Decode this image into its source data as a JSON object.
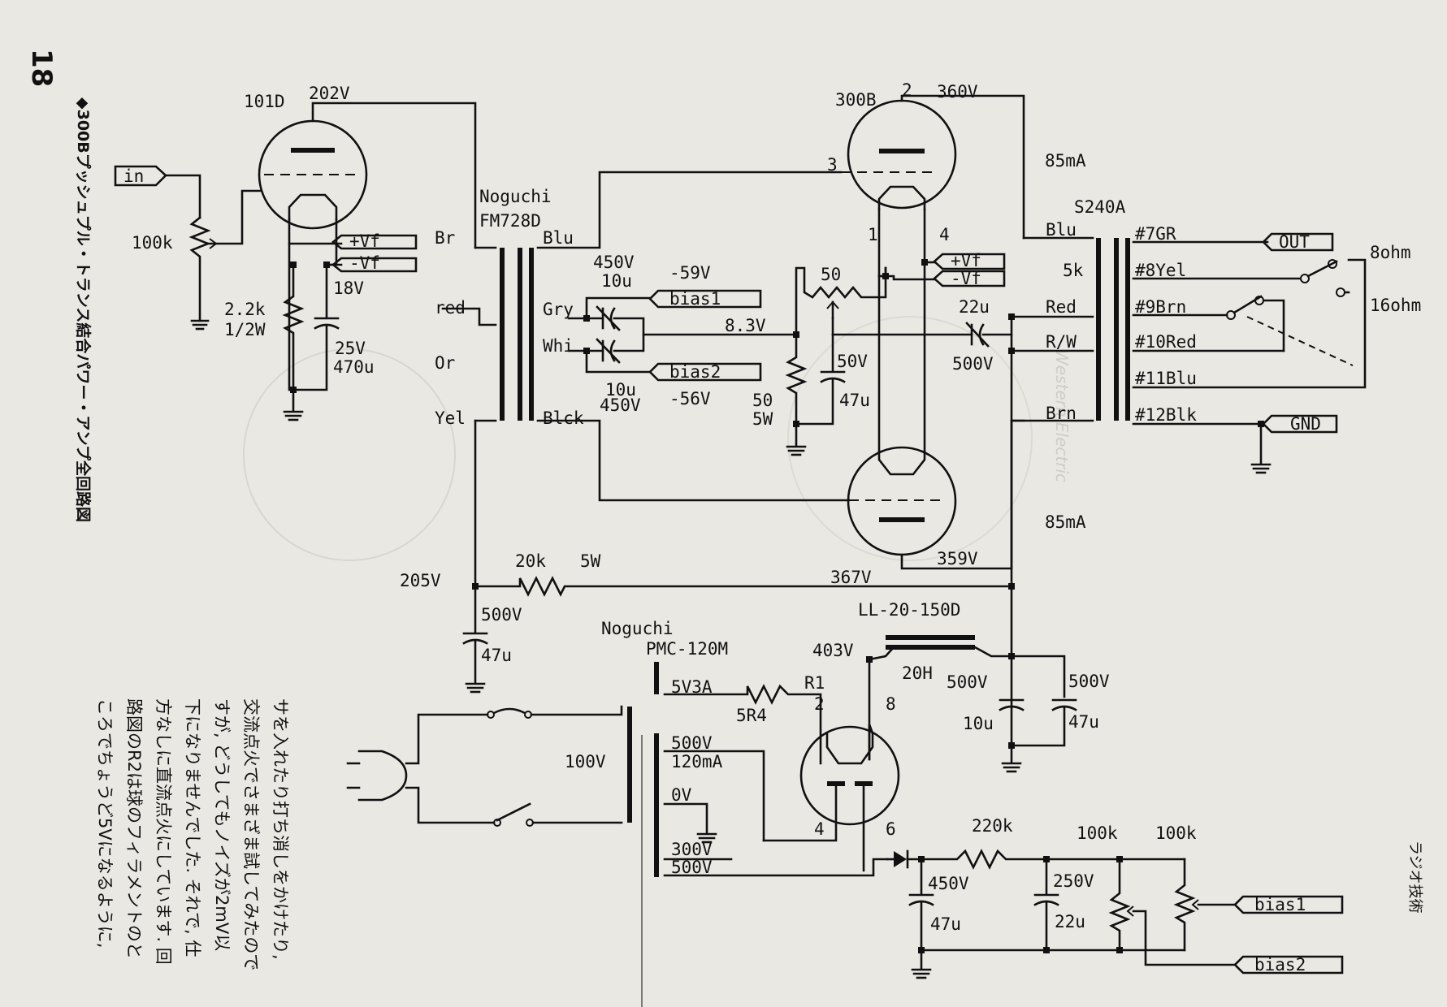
{
  "page": {
    "number": "18",
    "caption": "◆300Bプッシュプル・トランス結合パワー・アンプ全回路図",
    "magazine": "ラジオ技術",
    "body_text": [
      "サを入れたり打ち消しをかけたり,",
      "交流点火でさまざま試してみたので",
      "すが, どうしてもノイズが2mV以",
      "下になりませんでした. それで, 仕",
      "方なしに直流点火にしています. 回",
      "路図のR2は球のフィラメントのと",
      "ころでちょうど5Vになるように,"
    ],
    "watermark": "Western Electric"
  },
  "schematic": {
    "ports": {
      "in": "in",
      "out": "OUT",
      "gnd": "GND",
      "vf_plus": "+Vf",
      "vf_minus": "-Vf",
      "bias1": "bias1",
      "bias2": "bias2"
    },
    "driver_tube": {
      "name": "101D",
      "plate_voltage": "202V",
      "grid_pot": "100k",
      "cathode_r": "2.2k",
      "cathode_r_w": "1/2W",
      "cathode_v": "18V",
      "cathode_c_v": "25V",
      "cathode_c": "470u"
    },
    "interstage": {
      "maker": "Noguchi",
      "model": "FM728D",
      "pri": [
        "Br",
        "red",
        "Or",
        "Yel"
      ],
      "sec": [
        "Blu",
        "Gry",
        "Whi",
        "Blck"
      ]
    },
    "grid_network": {
      "c_top_v": "450V",
      "c_top": "10u",
      "bias_top": "-59V",
      "c_bot": "10u",
      "c_bot_v": "450V",
      "bias_bot": "-56V",
      "vk": "8.3V"
    },
    "cathode_network": {
      "pot": "50",
      "r": "50",
      "r_w": "5W",
      "c_v": "50V",
      "c": "47u"
    },
    "output_tubes": {
      "name": "300B",
      "pin_plate": "2",
      "pin_grid": "3",
      "pin_f1": "1",
      "pin_f2": "4",
      "plate_top": "360V",
      "current_top": "85mA",
      "current_bot": "85mA",
      "plate_bot": "359V"
    },
    "output_xfmr": {
      "model": "S240A",
      "pri": [
        "Blu",
        "5k",
        "Red",
        "R/W",
        "Brn"
      ],
      "sec": [
        "#7GR",
        "#8Yel",
        "#9Brn",
        "#10Red",
        "#11Blu",
        "#12Blk"
      ],
      "z8": "8ohm",
      "z16": "16ohm",
      "fb_c": "22u",
      "fb_c_v": "500V"
    },
    "b_supply": {
      "v205": "205V",
      "r_drop": "20k",
      "r_drop_w": "5W",
      "v367": "367V",
      "c_v": "500V",
      "c": "47u"
    },
    "power": {
      "maker": "Noguchi",
      "model": "PMC-120M",
      "choke": "LL-20-150D",
      "choke_h": "20H",
      "v403": "403V",
      "rect_heater": "5V3A",
      "r1": "R1",
      "r1_val": "5R4",
      "hv": "500V",
      "hv_i": "120mA",
      "zero": "0V",
      "bias_tap": "300V",
      "bias_tap2": "500V",
      "primary": "100V",
      "c1_v": "500V",
      "c1": "10u",
      "c2_v": "500V",
      "c2": "47u",
      "rect_pins": [
        "2",
        "8",
        "4",
        "6"
      ]
    },
    "bias_supply": {
      "r": "220k",
      "c1_v": "450V",
      "c1": "47u",
      "c2_v": "250V",
      "c2": "22u",
      "pot1": "100k",
      "pot2": "100k"
    }
  }
}
